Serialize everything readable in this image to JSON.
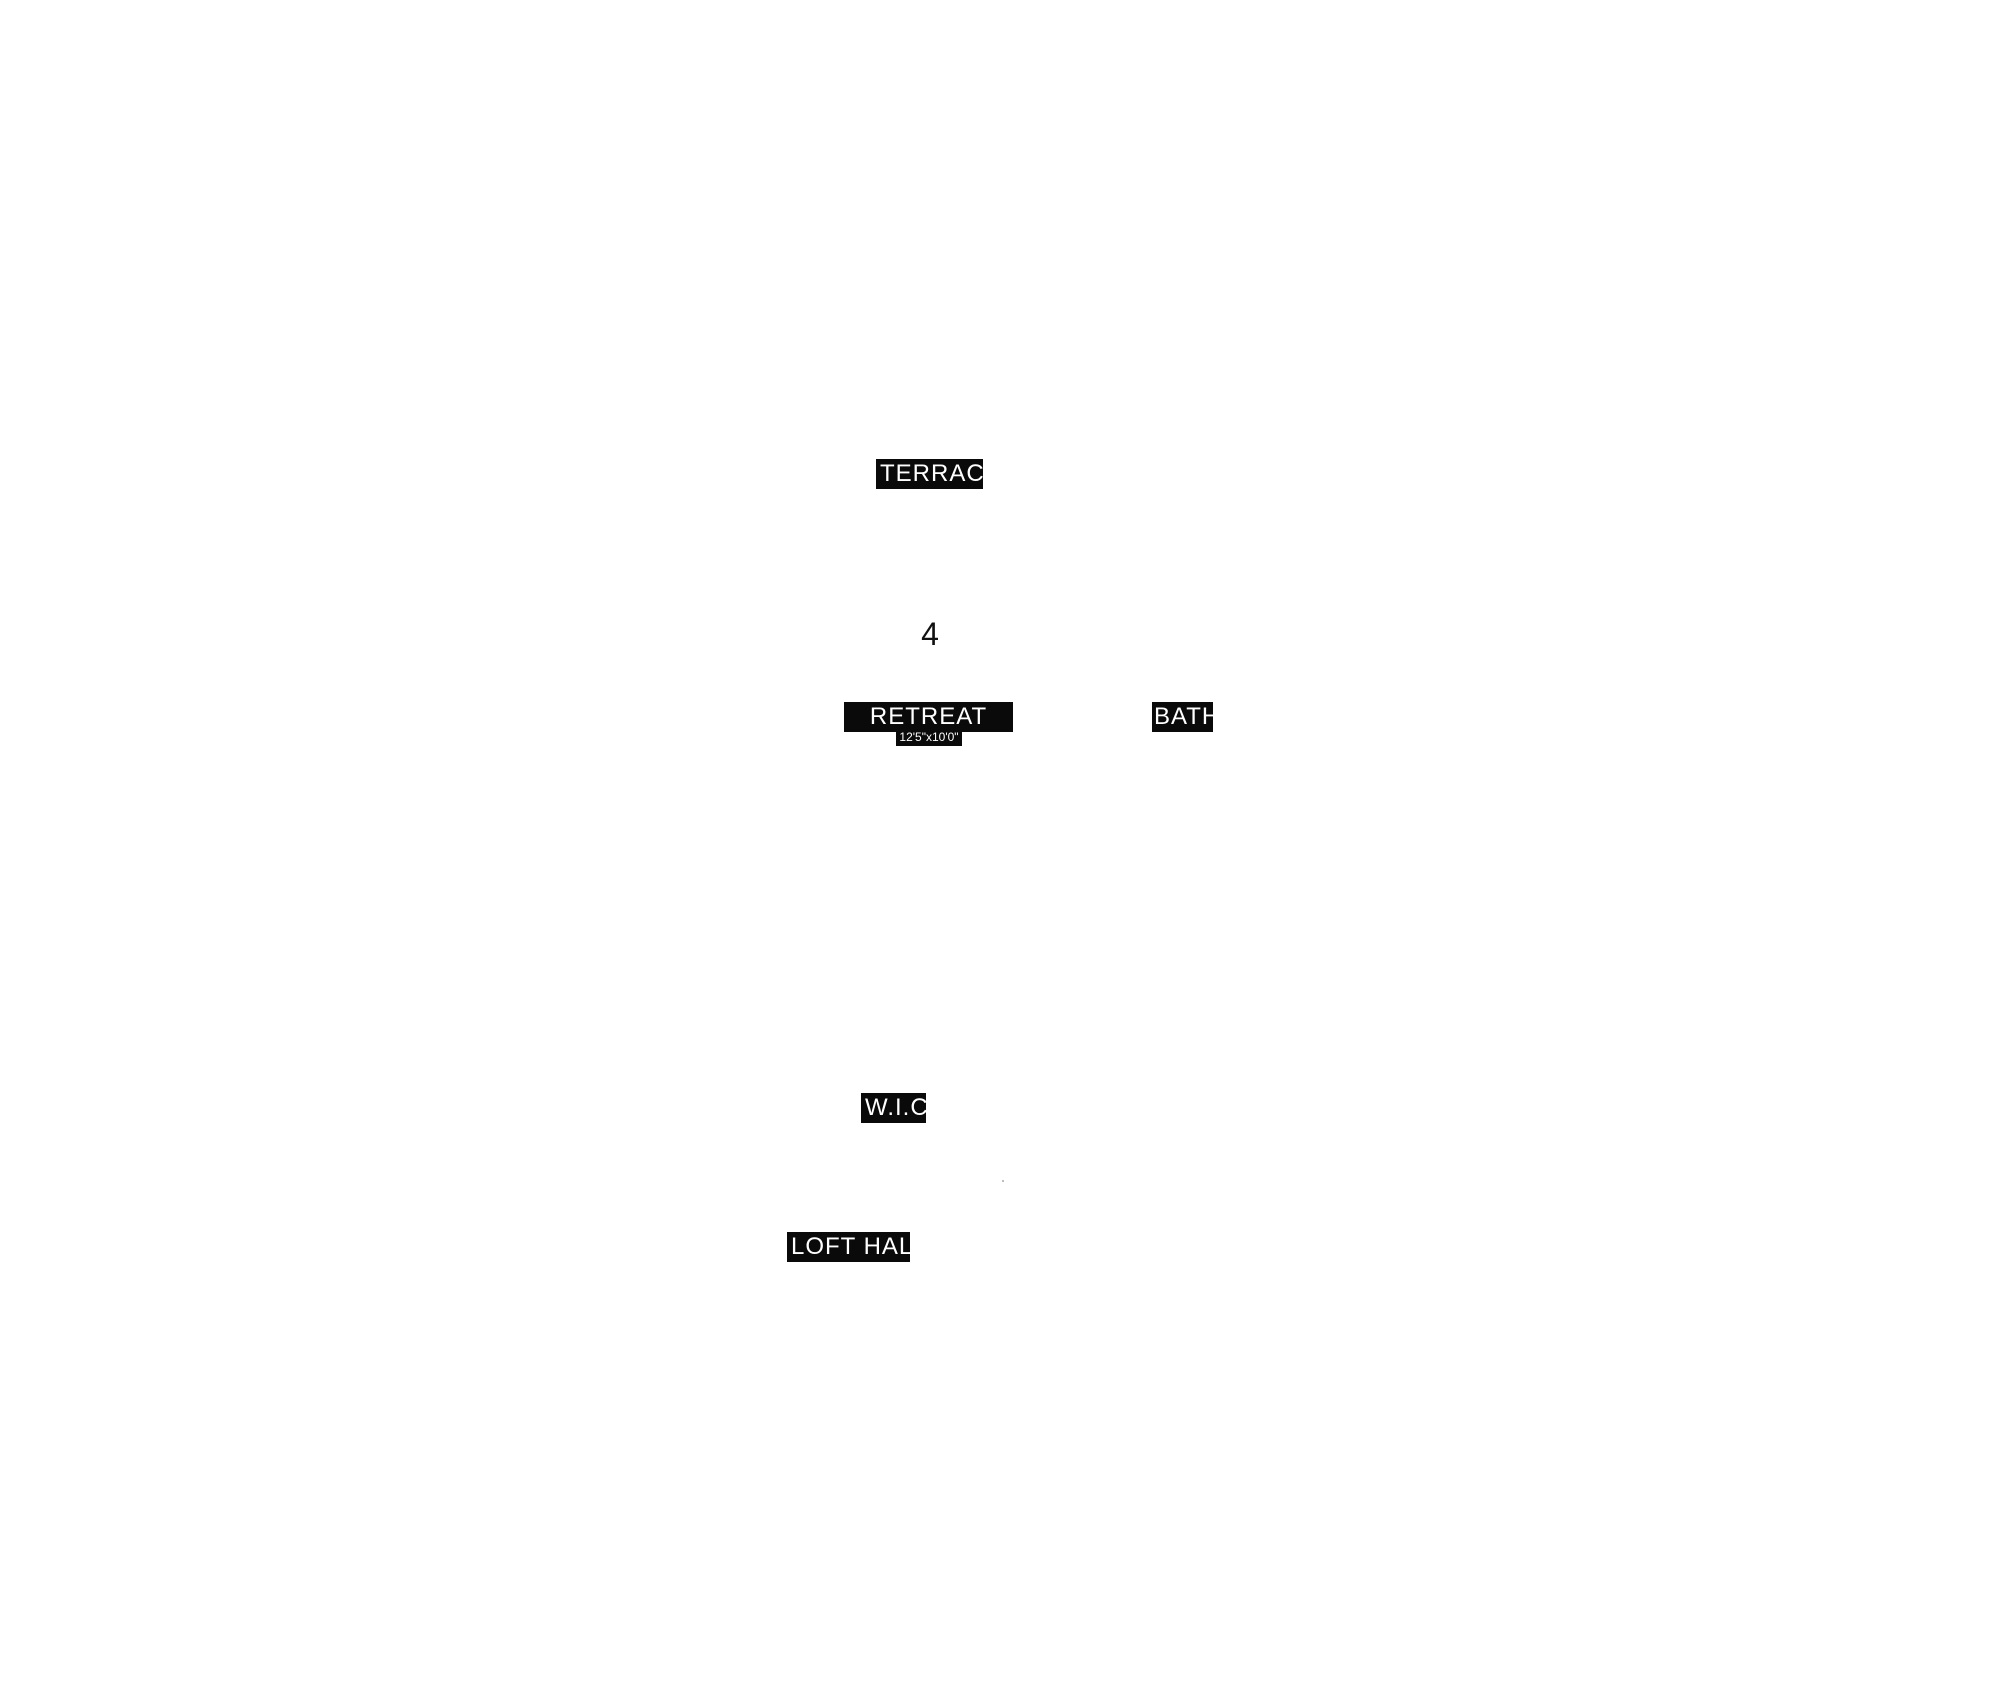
{
  "plan": {
    "rooms": {
      "terrace": {
        "label": "TERRACE"
      },
      "retreat": {
        "label": "RETREAT",
        "dimensions": "12'5\"x10'0\""
      },
      "bath": {
        "label": "BATH"
      },
      "wic": {
        "label": "W.I.C."
      },
      "loft_hall": {
        "label": "LOFT HALL"
      }
    },
    "room_number": "4"
  },
  "colors": {
    "background": "#ffffff",
    "label_fill": "#0a0a0a",
    "label_text": "#ffffff"
  }
}
